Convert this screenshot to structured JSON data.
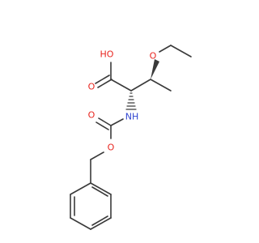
{
  "molecule": {
    "atoms": {
      "ho_label": "HO",
      "carbonyl_o_acid": "O",
      "ether_o": "O",
      "nh_label": "NH",
      "carbamate_carbonyl_o": "O",
      "carbamate_ester_o": "O"
    },
    "colors": {
      "bond": "#3a3a3a",
      "oxygen": "#e8251f",
      "nitrogen": "#2f44d0",
      "background": "#ffffff"
    },
    "stereo": {
      "alpha_carbon": "hashed-wedge",
      "beta_carbon": "solid-wedge"
    }
  }
}
